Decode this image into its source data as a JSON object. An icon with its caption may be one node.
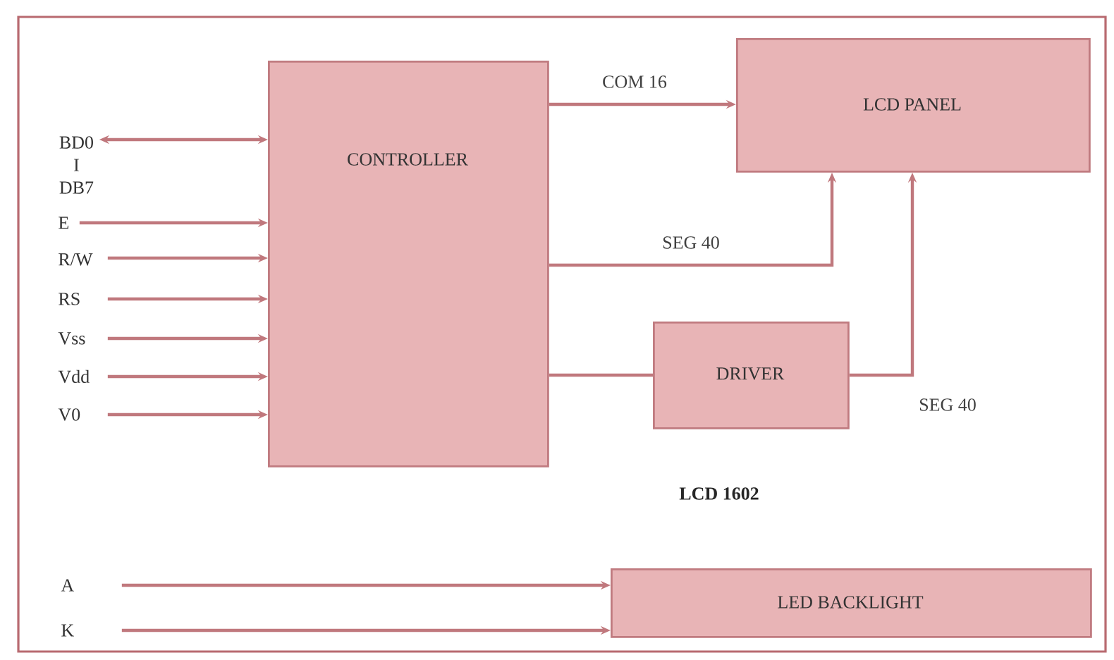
{
  "diagram": {
    "nodes": [
      {
        "text": [
          "CONTROLLER"
        ]
      },
      {
        "text": [
          "LCD PANEL"
        ]
      },
      {
        "text": [
          "DRIVER"
        ]
      },
      {
        "text": [
          "LED BACKLIGHT"
        ]
      },
      {
        "text": [
          "BD0 I DB7"
        ]
      },
      {
        "text": [
          "E"
        ]
      },
      {
        "text": [
          "R/W"
        ]
      },
      {
        "text": [
          "RS"
        ]
      },
      {
        "text": [
          "Vss"
        ]
      },
      {
        "text": [
          "Vdd"
        ]
      },
      {
        "text": [
          "V0"
        ]
      },
      {
        "text": [
          "A"
        ]
      },
      {
        "text": [
          "K"
        ]
      }
    ],
    "edges": [
      {
        "from": 4,
        "to": 0,
        "arrow": "both"
      },
      {
        "from": 5,
        "to": 0,
        "arrow": "to"
      },
      {
        "from": 6,
        "to": 0,
        "arrow": "to"
      },
      {
        "from": 7,
        "to": 0,
        "arrow": "to"
      },
      {
        "from": 8,
        "to": 0,
        "arrow": "to"
      },
      {
        "from": 9,
        "to": 0,
        "arrow": "to"
      },
      {
        "from": 10,
        "to": 0,
        "arrow": "to"
      },
      {
        "from": 0,
        "to": 1,
        "arrow": "to",
        "label": "COM 16"
      },
      {
        "from": 0,
        "to": 1,
        "arrow": "to",
        "label": "SEG 40"
      },
      {
        "from": 0,
        "to": 2,
        "arrow": "none"
      },
      {
        "from": 2,
        "to": 1,
        "arrow": "to",
        "label": "SEG 40"
      },
      {
        "from": 11,
        "to": 3,
        "arrow": "to"
      },
      {
        "from": 12,
        "to": 3,
        "arrow": "to"
      }
    ],
    "labels": [
      "LCD 1602"
    ]
  }
}
